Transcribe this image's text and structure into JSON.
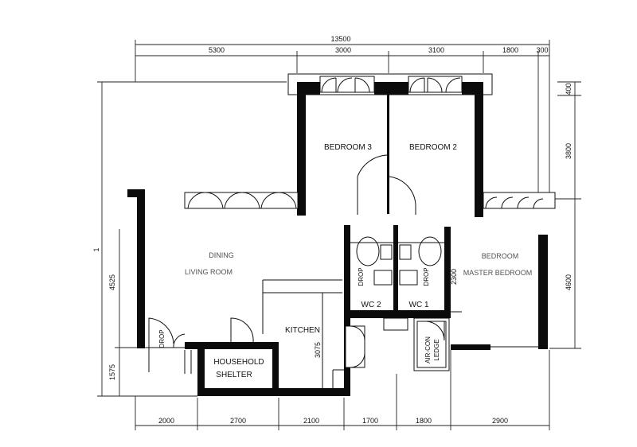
{
  "dimensions": {
    "top_total": "13500",
    "top": [
      "5300",
      "3000",
      "3100",
      "1800",
      "300"
    ],
    "bottom": [
      "2000",
      "2700",
      "2100",
      "1700",
      "1800",
      "2900"
    ],
    "left_marker": "1",
    "left": [
      "4525",
      "1575"
    ],
    "right": [
      "400",
      "3800",
      "4600"
    ],
    "inner_kitchen": "3075",
    "inner_master": "2300"
  },
  "rooms": {
    "bedroom3": "BEDROOM 3",
    "bedroom2": "BEDROOM 2",
    "dining_line1": "DINING",
    "dining_line2": "LIVING ROOM",
    "master_line1": "BEDROOM",
    "master_line2": "MASTER BEDROOM",
    "kitchen": "KITCHEN",
    "shelter_line1": "HOUSEHOLD",
    "shelter_line2": "SHELTER",
    "wc2": "WC 2",
    "wc1": "WC 1",
    "drop": "DROP",
    "aircon_line1": "AIR-CON",
    "aircon_line2": "LEDGE"
  }
}
